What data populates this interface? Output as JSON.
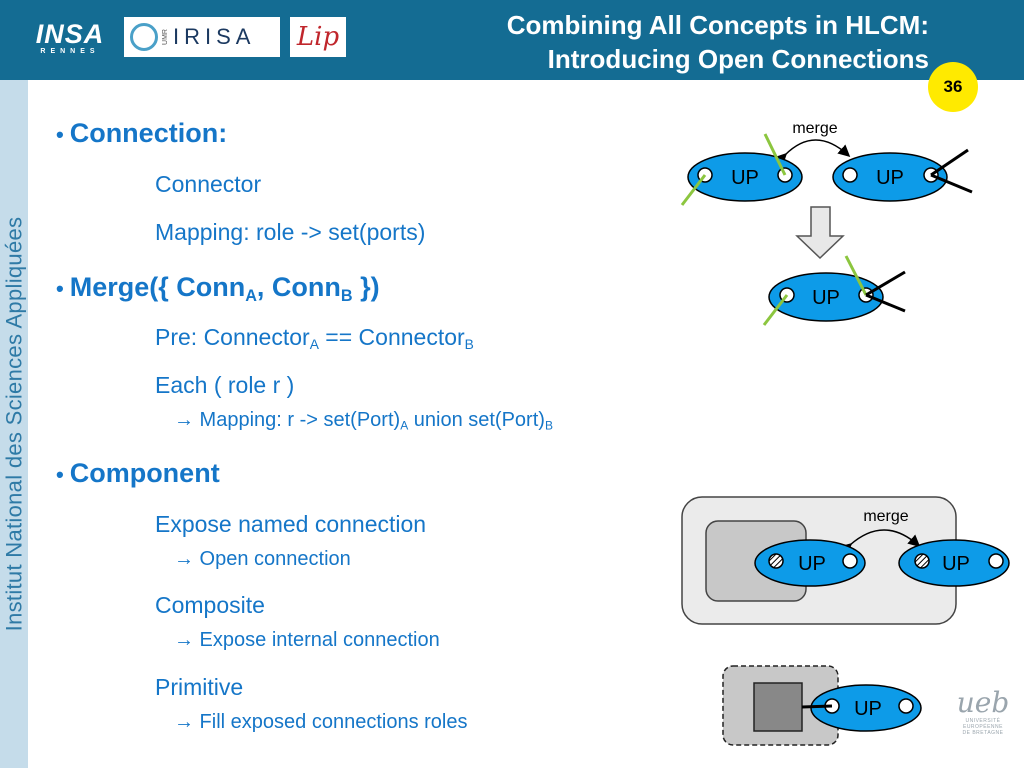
{
  "header": {
    "insa_logo": "INSA",
    "insa_sub": "RENNES",
    "irisa_umr": "UMR",
    "irisa_logo": "IRISA",
    "lip_logo": "Lip",
    "title_line1": "Combining All Concepts in HLCM:",
    "title_line2": "Introducing Open Connections",
    "page_number": "36"
  },
  "sidebar": {
    "institution": "Institut National des Sciences Appliquées"
  },
  "content": {
    "b1": "Connection:",
    "b1_s1": "Connector",
    "b1_s2": "Mapping: role -> set(ports)",
    "b2_pre": "Merge({ Conn",
    "b2_subA": "A",
    "b2_mid": ", Conn",
    "b2_subB": "B",
    "b2_post": " })",
    "b2_s1_pre": "Pre: Connector",
    "b2_s1_subA": "A",
    "b2_s1_mid": " == Connector",
    "b2_s1_subB": "B",
    "b2_s2": "Each ( role r )",
    "b2_s3_pre": "→ Mapping: r -> set(Port)",
    "b2_s3_subA": "A",
    "b2_s3_mid": " union set(Port)",
    "b2_s3_subB": "B",
    "b3": "Component",
    "b3_s1": "Expose named connection",
    "b3_s1_a": "→ Open connection",
    "b3_s2": "Composite",
    "b3_s2_a": "→ Expose internal connection",
    "b3_s3": "Primitive",
    "b3_s3_a": "→ Fill exposed connections roles"
  },
  "diagram": {
    "merge_label_top": "merge",
    "merge_label_bottom": "merge",
    "up": "UP"
  },
  "footer": {
    "ueb_logo": "ueb",
    "ueb_sub1": "UNIVERSITÉ",
    "ueb_sub2": "EUROPÉENNE",
    "ueb_sub3": "DE BRETAGNE"
  },
  "colors": {
    "header": "#146c93",
    "text": "#1576c8",
    "badge": "#ffea00",
    "node": "#0d9be8",
    "green": "#8cc63f"
  }
}
